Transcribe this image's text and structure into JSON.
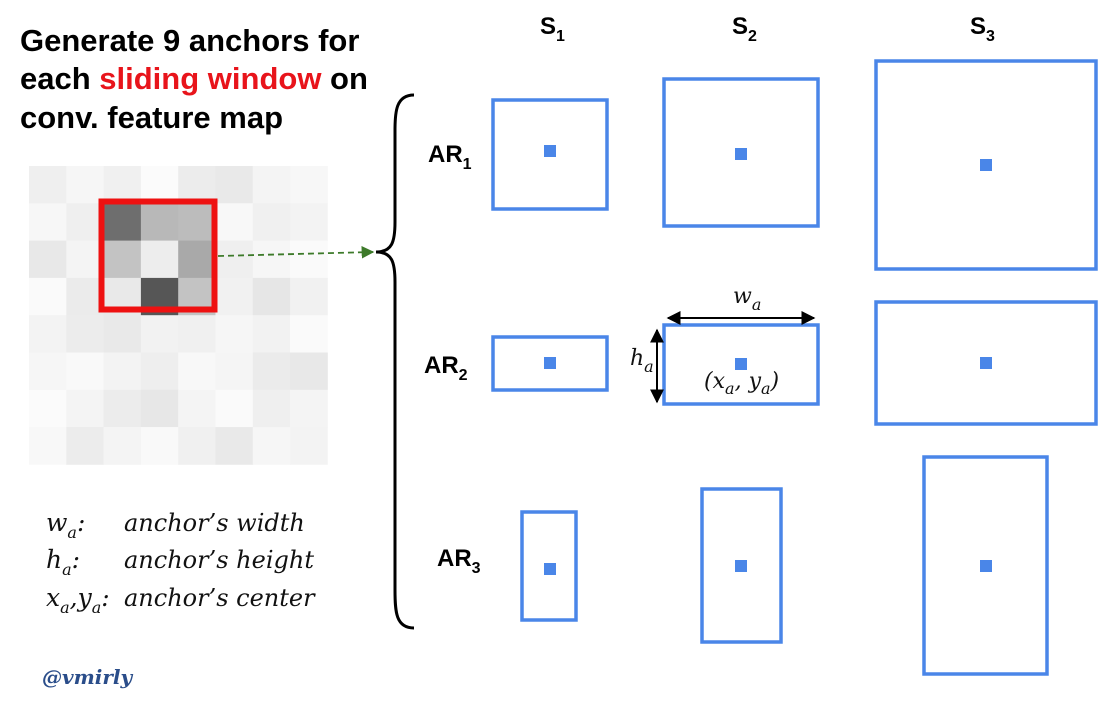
{
  "title": {
    "line1": "Generate 9 anchors for",
    "line2_before": "each ",
    "line2_highlight": "sliding window",
    "line2_after": " on",
    "line3": "conv. feature map"
  },
  "columns": [
    {
      "base": "S",
      "sub": "1"
    },
    {
      "base": "S",
      "sub": "2"
    },
    {
      "base": "S",
      "sub": "3"
    }
  ],
  "rows": [
    {
      "base": "AR",
      "sub": "1"
    },
    {
      "base": "AR",
      "sub": "2"
    },
    {
      "base": "AR",
      "sub": "3"
    }
  ],
  "dimension_labels": {
    "width": {
      "base": "w",
      "sub": "a"
    },
    "height": {
      "base": "h",
      "sub": "a"
    },
    "center": {
      "open": "(",
      "x": "x",
      "xsub": "a",
      "sep": ", ",
      "y": "y",
      "ysub": "a",
      "close": ")"
    }
  },
  "legend": [
    {
      "key": "w",
      "key_sub": "a",
      "suffix": ":",
      "definition": "anchor’s width"
    },
    {
      "key": "h",
      "key_sub": "a",
      "suffix": ":",
      "definition": "anchor’s height"
    },
    {
      "key": "x",
      "key_sub": "a",
      "key2": ",y",
      "key2_sub": "a",
      "suffix": ":",
      "definition": "anchor’s center"
    }
  ],
  "credit": "@vmirly",
  "colors": {
    "anchor_box": "#4a86e8",
    "highlight_text": "#e8141b",
    "window_frame": "#ee1111",
    "arrow": "#3d7a2a",
    "credit": "#2a4d8a"
  },
  "feature_map": {
    "grid_size": 8,
    "window": {
      "row": 1,
      "col": 2,
      "size": 3
    },
    "cell_shades": [
      [
        "#efefef",
        "#f6f6f6",
        "#f0f0f0",
        "#fbfbfb",
        "#ececec",
        "#e9e9e9",
        "#f4f4f4",
        "#f7f7f7"
      ],
      [
        "#f7f7f7",
        "#efefef",
        "#6e6e6e",
        "#b8b8b8",
        "#bcbcbc",
        "#f8f8f8",
        "#f0f0f0",
        "#f3f3f3"
      ],
      [
        "#e8e8e8",
        "#f4f4f4",
        "#c3c3c3",
        "#ededed",
        "#a9a9a9",
        "#efefef",
        "#f6f6f6",
        "#fafafa"
      ],
      [
        "#fafafa",
        "#ebebeb",
        "#e9e9e9",
        "#565656",
        "#c3c3c3",
        "#f1f1f1",
        "#e6e6e6",
        "#f1f1f1"
      ],
      [
        "#f3f3f3",
        "#ececec",
        "#e9e9e9",
        "#f2f2f2",
        "#f0f0f0",
        "#f6f6f6",
        "#f2f2f2",
        "#fafafa"
      ],
      [
        "#f6f6f6",
        "#f9f9f9",
        "#f3f3f3",
        "#eeeeee",
        "#f8f8f8",
        "#f5f5f5",
        "#ebebeb",
        "#e8e8e8"
      ],
      [
        "#fbfbfb",
        "#f4f4f4",
        "#ececec",
        "#e7e7e7",
        "#f4f4f4",
        "#fafafa",
        "#efefef",
        "#f4f4f4"
      ],
      [
        "#f8f8f8",
        "#ececec",
        "#f4f4f4",
        "#f9f9f9",
        "#f0f0f0",
        "#e9e9e9",
        "#f6f6f6",
        "#f3f3f3"
      ]
    ]
  }
}
